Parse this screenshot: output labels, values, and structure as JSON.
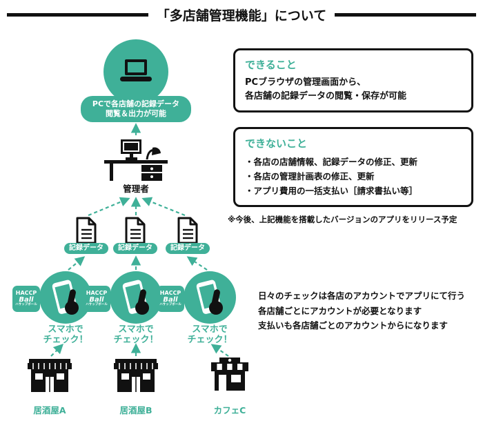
{
  "colors": {
    "accent_teal": "#3fb098",
    "ink": "#111111",
    "background": "#ffffff"
  },
  "title": "「多店舗管理機能」について",
  "icons": {
    "pc": "laptop-icon",
    "admin": "desk-monitor-lamp-icon",
    "record": "document-icon",
    "check": "smartphone-tap-icon",
    "store_a": "izakaya-building-icon",
    "store_b": "izakaya-building-icon",
    "store_c": "cafe-storefront-icon"
  },
  "flow": {
    "pc_badge_line1": "PCで各店舗の記録データ",
    "pc_badge_line2": "閲覧＆出力が可能",
    "admin_label": "管理者",
    "record_label": "記録データ",
    "haccp": {
      "line1": "HACCP",
      "line2": "Ball",
      "line3": "ハサップボール"
    },
    "phone_label_line1": "スマホで",
    "phone_label_line2": "チェック！",
    "stores": [
      {
        "label": "居酒屋A"
      },
      {
        "label": "居酒屋B"
      },
      {
        "label": "カフェC"
      }
    ]
  },
  "can_box": {
    "heading": "できること",
    "lines": [
      "PCブラウザの管理画面から、",
      "各店舗の記録データの閲覧・保存が可能"
    ]
  },
  "cannot_box": {
    "heading": "できないこと",
    "items": [
      "・各店の店舗情報、記録データの修正、更新",
      "・各店の管理計画表の修正、更新",
      "・アプリ費用の一括支払い［請求書払い等］"
    ]
  },
  "release_note": "※今後、上記機能を搭載したバージョンのアプリをリリース予定",
  "account_notes": [
    "日々のチェックは各店のアカウントでアプリにて行う",
    "各店舗ごとにアカウントが必要となります",
    "支払いも各店舗ごとのアカウントからになります"
  ]
}
